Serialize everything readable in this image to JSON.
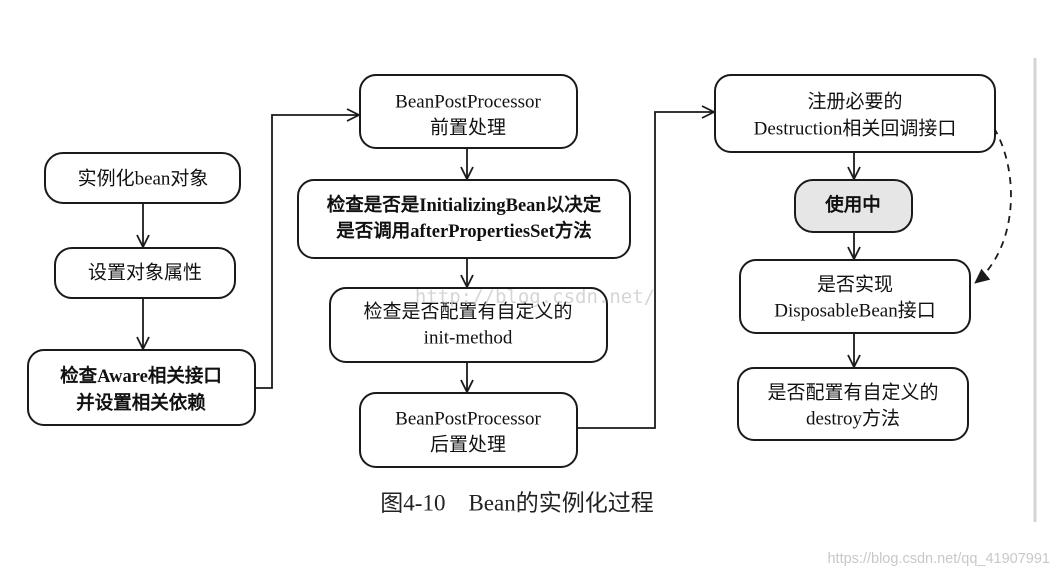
{
  "diagram": {
    "nodes": [
      {
        "lines": [
          "实例化bean对象"
        ]
      },
      {
        "lines": [
          "设置对象属性"
        ]
      },
      {
        "lines": [
          "检查Aware相关接口",
          "并设置相关依赖"
        ]
      },
      {
        "lines": [
          "BeanPostProcessor",
          "前置处理"
        ]
      },
      {
        "lines": [
          "检查是否是InitializingBean以决定",
          "是否调用afterPropertiesSet方法"
        ]
      },
      {
        "lines": [
          "检查是否配置有自定义的",
          "init-method"
        ]
      },
      {
        "lines": [
          "BeanPostProcessor",
          "后置处理"
        ]
      },
      {
        "lines": [
          "注册必要的",
          "Destruction相关回调接口"
        ]
      },
      {
        "lines": [
          "使用中"
        ]
      },
      {
        "lines": [
          "是否实现",
          "DisposableBean接口"
        ]
      },
      {
        "lines": [
          "是否配置有自定义的",
          "destroy方法"
        ]
      }
    ],
    "caption": "图4-10　Bean的实例化过程"
  },
  "watermarks": {
    "center": "http://blog.csdn.net/",
    "corner": "https://blog.csdn.net/qq_41907991"
  },
  "colors": {
    "background": "#ffffff",
    "stroke": "#1a1a1a",
    "node_fill": "#ffffff",
    "highlight_fill": "#e6e6e6",
    "watermark": "#c8c8c8",
    "divider": "#d4d4d4"
  }
}
